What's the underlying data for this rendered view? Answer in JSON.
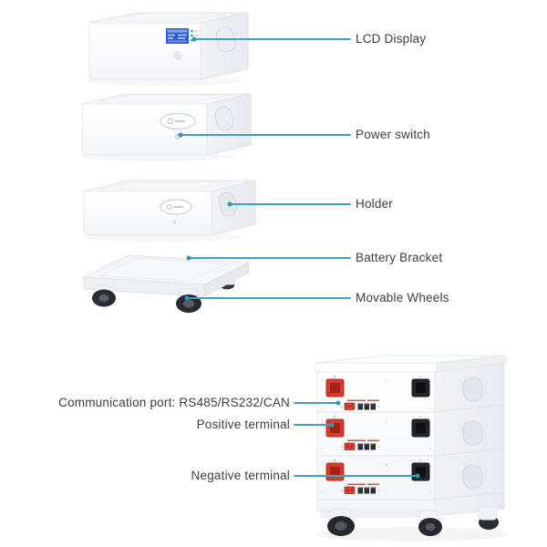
{
  "diagram": {
    "exploded_labels": [
      {
        "text": "LCD Display"
      },
      {
        "text": "Power switch"
      },
      {
        "text": "Holder"
      },
      {
        "text": "Battery Bracket"
      },
      {
        "text": "Movable Wheels"
      }
    ],
    "stack_labels": [
      {
        "text": "Communication port: RS485/RS232/CAN"
      },
      {
        "text": "Positive terminal"
      },
      {
        "text": "Negative terminal"
      }
    ],
    "colors": {
      "leader_line": "#3fa2c4",
      "label_text": "#3d3d3d",
      "lcd_screen_blue": "#2d59cf",
      "led_green": "#43b05c",
      "positive_terminal_red": "#d63a2e",
      "negative_terminal_black": "#23252a"
    }
  }
}
